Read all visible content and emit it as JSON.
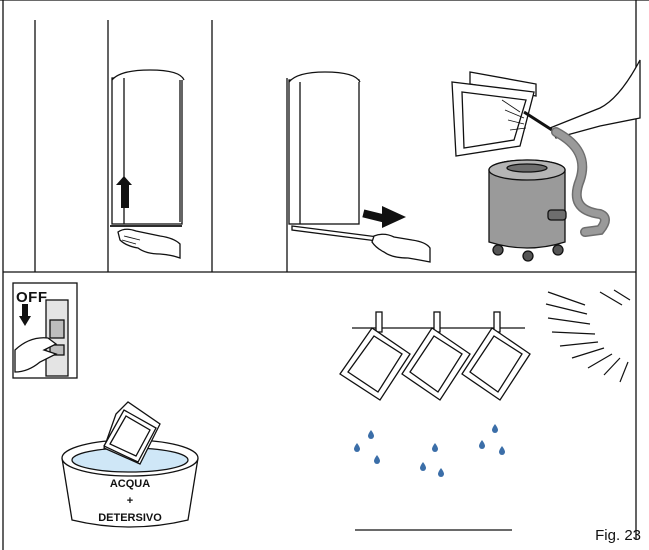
{
  "figure": {
    "caption": "Fig. 23",
    "off_label": "OFF",
    "bucket_label": {
      "line1": "ACQUA",
      "line2": "+",
      "line3": "DETERSIVO"
    }
  },
  "colors": {
    "ink": "#111111",
    "vacuum_body": "#9a9a9a",
    "vacuum_dark": "#6e6e6e",
    "water": "#cfe7f7",
    "drops": "#3b6ea8",
    "shadow": "#c8c8c8"
  }
}
